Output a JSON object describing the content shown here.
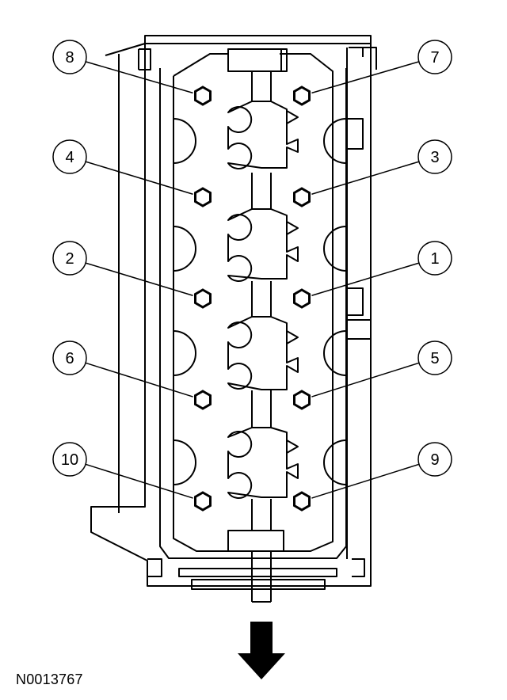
{
  "diagram": {
    "callouts": [
      {
        "label": "8"
      },
      {
        "label": "7"
      },
      {
        "label": "4"
      },
      {
        "label": "3"
      },
      {
        "label": "2"
      },
      {
        "label": "1"
      },
      {
        "label": "6"
      },
      {
        "label": "5"
      },
      {
        "label": "10"
      },
      {
        "label": "9"
      }
    ],
    "reference_code": "N0013767"
  },
  "colors": {
    "line": "#000000",
    "fill": "#ffffff"
  },
  "icons": {
    "bolt": "hexagon-bolt-icon",
    "direction": "down-arrow-icon"
  }
}
